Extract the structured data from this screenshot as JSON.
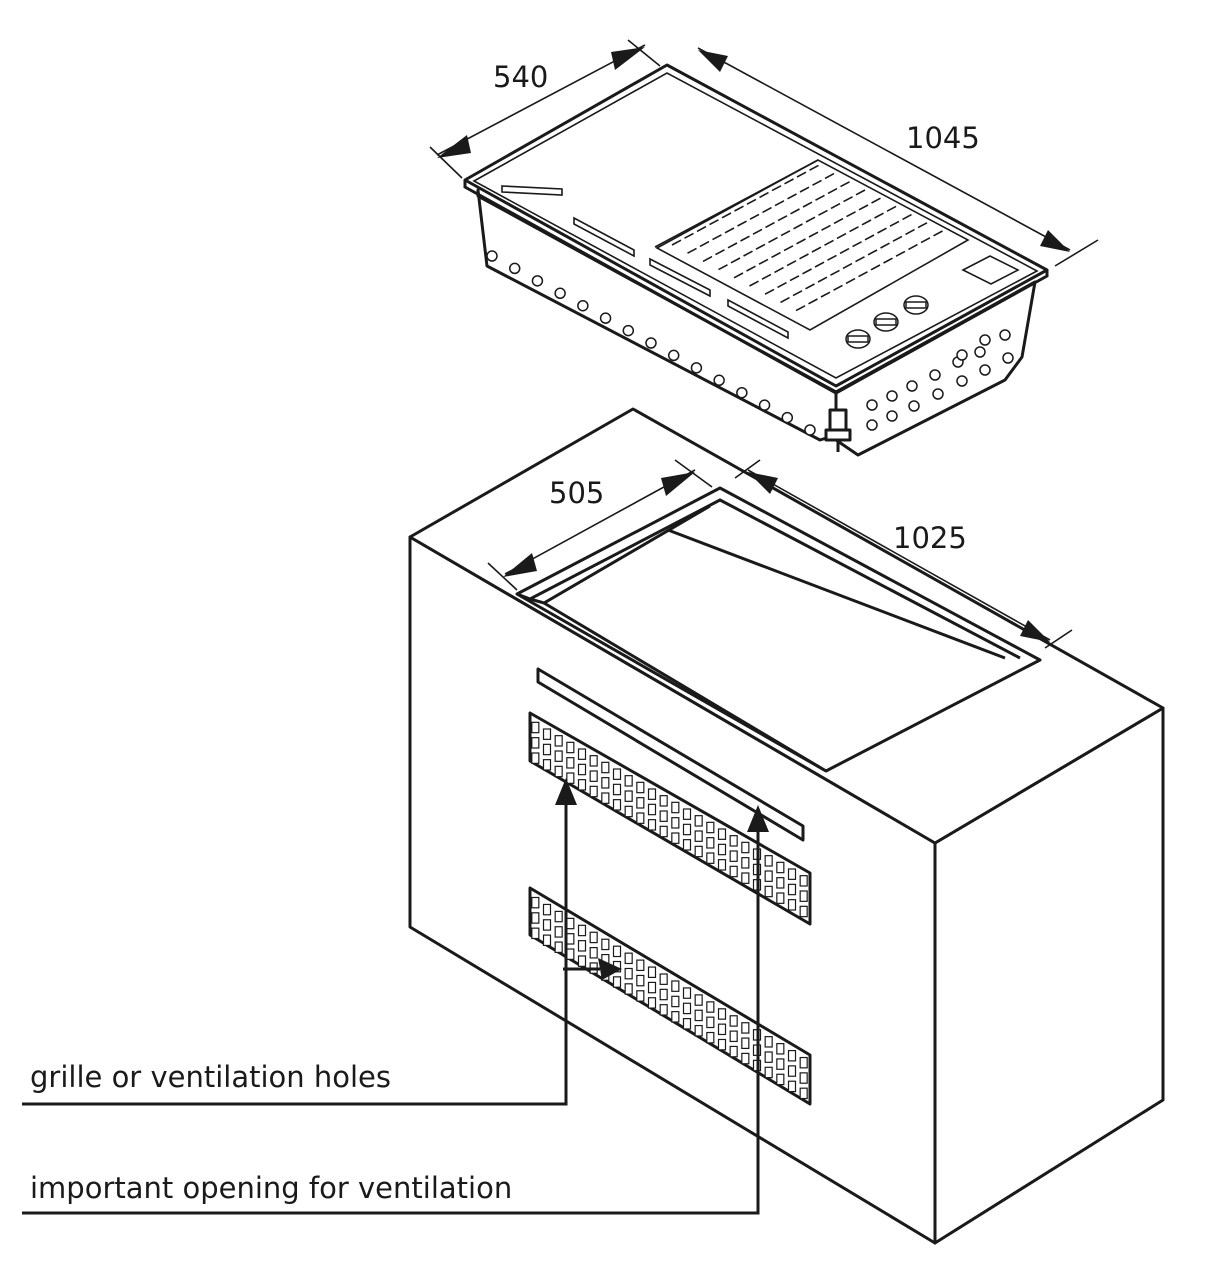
{
  "dimensions": {
    "hob_depth": "540",
    "hob_width": "1045",
    "cutout_depth": "505",
    "cutout_width": "1025"
  },
  "callouts": {
    "grille": "grille or ventilation holes",
    "opening": "important opening for ventilation"
  }
}
